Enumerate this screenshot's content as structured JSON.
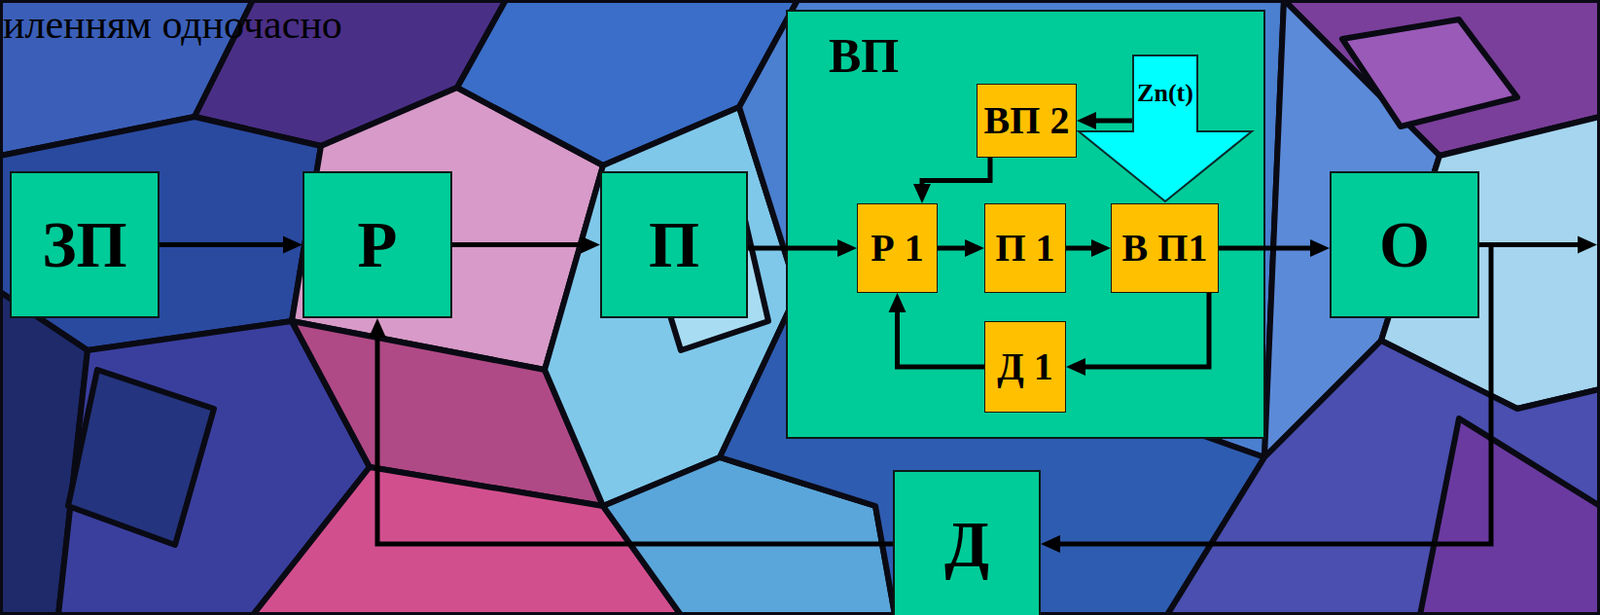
{
  "diagram": {
    "nodes": [
      {
        "text": [
          "ЗП"
        ]
      },
      {
        "text": [
          "Р"
        ]
      },
      {
        "text": [
          "П"
        ]
      },
      {
        "text": [
          "ВП"
        ]
      },
      {
        "text": [
          "ВП 2"
        ],
        "in": 3
      },
      {
        "text": [
          "Zn(t)"
        ],
        "in": 3
      },
      {
        "text": [
          "Р 1"
        ],
        "in": 3
      },
      {
        "text": [
          "П 1"
        ],
        "in": 3
      },
      {
        "text": [
          "В П1"
        ],
        "in": 3
      },
      {
        "text": [
          "Д 1"
        ],
        "in": 3
      },
      {
        "text": [
          "О"
        ]
      },
      {
        "text": [
          "Д"
        ]
      }
    ],
    "edges": [
      {
        "from": 0,
        "to": 1,
        "arrow": "to"
      },
      {
        "from": 1,
        "to": 2,
        "arrow": "to"
      },
      {
        "from": 2,
        "to": 6,
        "arrow": "to"
      },
      {
        "from": 6,
        "to": 7,
        "arrow": "to"
      },
      {
        "from": 7,
        "to": 8,
        "arrow": "to"
      },
      {
        "from": 8,
        "to": 9,
        "arrow": "to"
      },
      {
        "from": 9,
        "to": 6,
        "arrow": "to"
      },
      {
        "from": 5,
        "to": 4,
        "arrow": "to"
      },
      {
        "from": 4,
        "to": 6,
        "arrow": "to"
      },
      {
        "from": 8,
        "to": 10,
        "arrow": "to"
      },
      {
        "from": 10,
        "to": 11,
        "arrow": "to"
      },
      {
        "from": 11,
        "to": 1,
        "arrow": "to"
      }
    ],
    "labels": [
      "иленням одночасно"
    ]
  }
}
